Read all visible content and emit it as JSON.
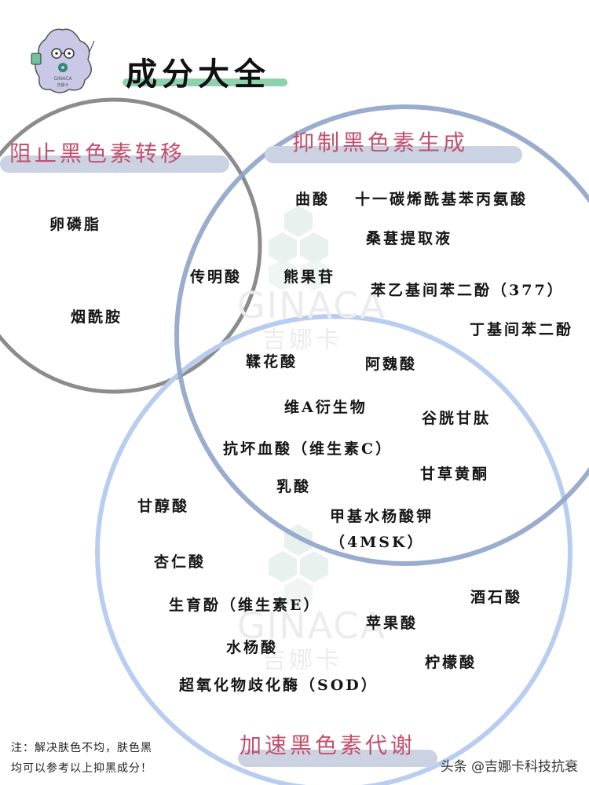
{
  "header": {
    "title": "成分大全",
    "mascot": {
      "brand": "GINACA",
      "brand_cn": "吉娜卡"
    }
  },
  "colors": {
    "section_title": "#c2506e",
    "section_bar": "#cbd3e2",
    "circle_transfer": "#8c8c8c",
    "circle_inhibit": "#8fa4c9",
    "circle_metabolism": "#b9cdf0",
    "title_underline": "#8fd0ad"
  },
  "sections": {
    "transfer": {
      "label": "阻止黑色素转移"
    },
    "inhibit": {
      "label": "抑制黑色素生成"
    },
    "metabolism": {
      "label": "加速黑色素代谢"
    }
  },
  "items": {
    "luanlinzhi": "卵磷脂",
    "yanxianan": "烟酰胺",
    "chuanmingsuan": "传明酸",
    "qusuan": "曲酸",
    "shiyitan": "十一碳烯酰基苯丙氨酸",
    "sangshen": "桑葚提取液",
    "xiongguogan": "熊果苷",
    "benyiji": "苯乙基间苯二酚（377）",
    "dingji": "丁基间苯二酚",
    "rouhuasuan": "鞣花酸",
    "aweisuan": "阿魏酸",
    "weiA": "维A衍生物",
    "guguang": "谷胱甘肽",
    "kanghuaixue": "抗坏血酸（维生素C）",
    "gancao": "甘草黄酮",
    "rusuan": "乳酸",
    "ganchun": "甘醇酸",
    "jiaji_line1": "甲基水杨酸钾",
    "jiaji_line2": "（4MSK）",
    "xingren": "杏仁酸",
    "shengyu": "生育酚（维生素E）",
    "jiushi": "酒石酸",
    "pingguo": "苹果酸",
    "shuiyang": "水杨酸",
    "ningmeng": "柠檬酸",
    "chaoyang": "超氧化物歧化酶（SOD）"
  },
  "watermark": {
    "en": "GINACA",
    "cn": "吉娜卡"
  },
  "note": {
    "line1": "注：解决肤色不均，肤色黑",
    "line2": "均可以参考以上抑黑成分！"
  },
  "credit": "头条 @吉娜卡科技抗衰"
}
